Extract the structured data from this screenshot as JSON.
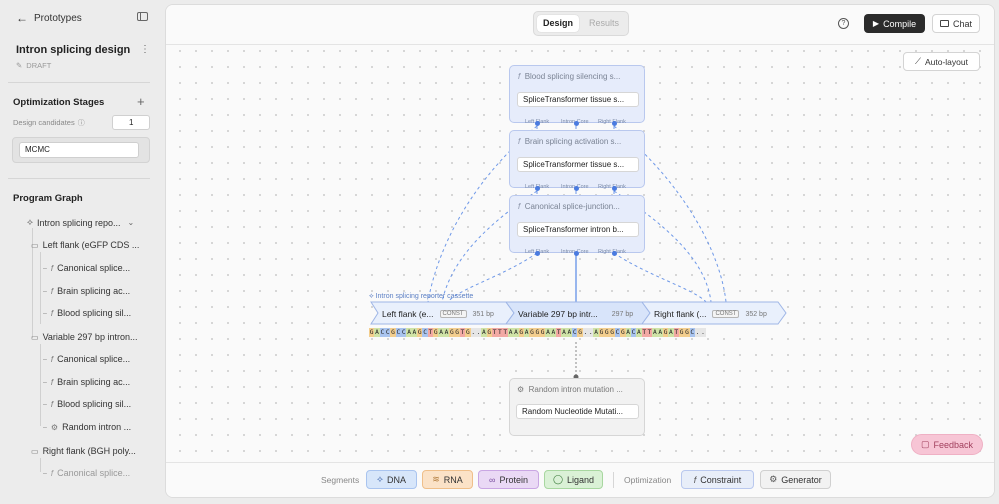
{
  "sidebar": {
    "back_label": "Prototypes",
    "project_title": "Intron splicing design",
    "status": "DRAFT",
    "optimization_stages_label": "Optimization Stages",
    "design_candidates_label": "Design candidates",
    "design_candidates_value": "1",
    "algorithm": "MCMC",
    "program_graph_label": "Program Graph",
    "tree": [
      {
        "label": "Intron splicing repo...",
        "level": 0,
        "icon": "sparkle-icon"
      },
      {
        "label": "Left flank (eGFP CDS ...",
        "level": 1,
        "icon": "tag-icon"
      },
      {
        "label": "Canonical splice...",
        "level": 2,
        "icon": "function-icon"
      },
      {
        "label": "Brain splicing ac...",
        "level": 2,
        "icon": "function-icon"
      },
      {
        "label": "Blood splicing sil...",
        "level": 2,
        "icon": "function-icon"
      },
      {
        "label": "Variable 297 bp intron...",
        "level": 1,
        "icon": "tag-icon"
      },
      {
        "label": "Canonical splice...",
        "level": 2,
        "icon": "function-icon"
      },
      {
        "label": "Brain splicing ac...",
        "level": 2,
        "icon": "function-icon"
      },
      {
        "label": "Blood splicing sil...",
        "level": 2,
        "icon": "function-icon"
      },
      {
        "label": "Random intron ...",
        "level": 2,
        "icon": "gear-icon"
      },
      {
        "label": "Right flank (BGH poly...",
        "level": 1,
        "icon": "tag-icon"
      },
      {
        "label": "Canonical splice...",
        "level": 2,
        "icon": "function-icon"
      }
    ]
  },
  "topbar": {
    "tabs": [
      "Design",
      "Results"
    ],
    "active_tab": "Design",
    "compile_label": "Compile",
    "chat_label": "Chat",
    "auto_layout_label": "Auto-layout"
  },
  "nodes": {
    "blood": {
      "title": "Blood splicing silencing s...",
      "field": "SpliceTransformer tissue s..."
    },
    "brain": {
      "title": "Brain splicing activation s...",
      "field": "SpliceTransformer tissue s..."
    },
    "canonical": {
      "title": "Canonical splice-junction...",
      "field": "SpliceTransformer intron b..."
    },
    "ports": [
      "Left Flank",
      "Intron Core",
      "Right Flank"
    ],
    "random": {
      "title": "Random intron mutation ...",
      "field": "Random Nucleotide Mutati..."
    }
  },
  "cassette": {
    "label": "Intron splicing reporter cassette",
    "segments": [
      {
        "name": "Left flank (e...",
        "badge": "CONST",
        "length": "351 bp"
      },
      {
        "name": "Variable 297 bp intr...",
        "badge": "",
        "length": "297 bp"
      },
      {
        "name": "Right flank (...",
        "badge": "CONST",
        "length": "352 bp"
      }
    ],
    "sequence": "GACCGCCAAGCTGAAGGTG..AGTTTAAGAGGGAATAACG..AGGGCGACATTAAGATGGC.."
  },
  "bottombar": {
    "segments_label": "Segments",
    "segments": [
      "DNA",
      "RNA",
      "Protein",
      "Ligand"
    ],
    "optimization_label": "Optimization",
    "optimization": [
      "Constraint",
      "Generator"
    ]
  },
  "feedback_label": "Feedback",
  "colors": {
    "nuc_A": "#cfe3a6",
    "nuc_C": "#a9c4ef",
    "nuc_G": "#f3ce8e",
    "nuc_T": "#f2a9a4",
    "nuc_dot": "#e6e6e6",
    "node_bg": "#e6ecfb",
    "accent_blue": "#4a7be0",
    "feedback_pink": "#f7c5d5"
  }
}
